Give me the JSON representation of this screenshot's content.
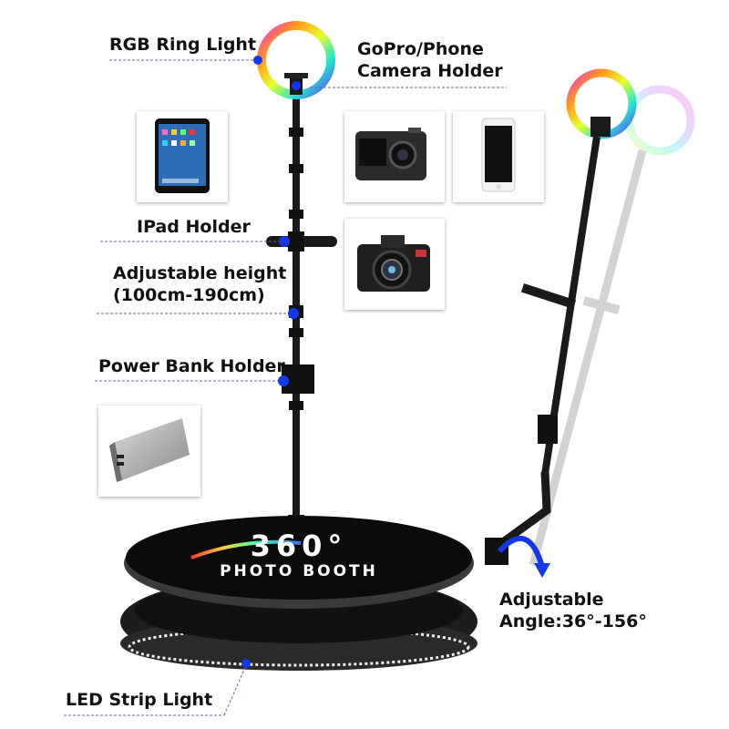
{
  "labels": {
    "ring_light": "RGB Ring Light",
    "camera_holder_line1": "GoPro/Phone",
    "camera_holder_line2": "Camera Holder",
    "ipad_holder": "IPad Holder",
    "height_line1": "Adjustable height",
    "height_line2": "(100cm-190cm)",
    "power_bank": "Power Bank Holder",
    "angle_line1": "Adjustable",
    "angle_line2": "Angle:36°-156°",
    "led_strip": "LED Strip Light"
  },
  "platform": {
    "logo_number": "360",
    "logo_degree": "°",
    "logo_text": "PHOTO BOOTH"
  },
  "colors": {
    "accent_blue": "#1438e8",
    "leader_line": "#5b6ea8",
    "pole": "#1a1a1a",
    "platform": "#0b0b0b"
  },
  "icons": [
    "tablet-icon",
    "action-camera-icon",
    "smartphone-icon",
    "dslr-camera-icon",
    "power-bank-icon",
    "rotate-arrow-icon"
  ]
}
